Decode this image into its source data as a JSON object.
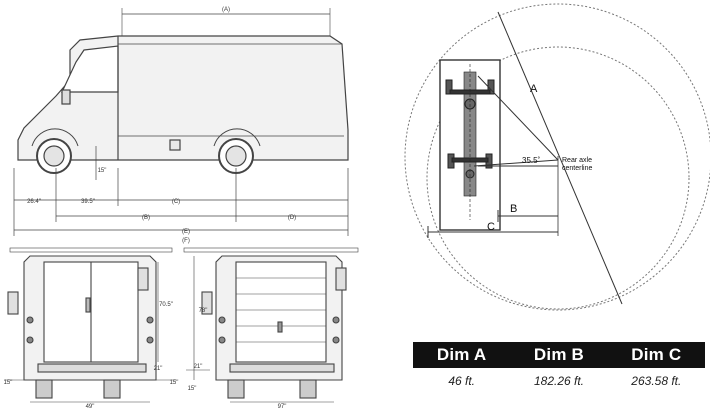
{
  "turning_diagram": {
    "label_a": "A",
    "label_b": "B",
    "label_c": "C",
    "angle": "35.5˚",
    "rear_axle_line1": "Rear axle",
    "rear_axle_line2": "centerline"
  },
  "van_drawings": {
    "side_view": {
      "dims": [
        "(A)",
        "(C)",
        "(B)",
        "(D)",
        "(E)",
        "(F)"
      ],
      "left_dims": [
        "26.4\"",
        "39.5\""
      ],
      "mid_dim": "15\""
    },
    "rear_view": {
      "side_dim": "70.5\"",
      "low_dim": "21\"",
      "bottom_dims": [
        "15\"",
        "49\"",
        "15\""
      ]
    },
    "side_door_view": {
      "height_dim": "78\"",
      "low_dim": "21\"",
      "bottom_dims": [
        "15\"",
        "97\""
      ]
    }
  },
  "dimension_table": {
    "headers": [
      "Dim A",
      "Dim B",
      "Dim C"
    ],
    "values": [
      "46 ft.",
      "182.26 ft.",
      "263.58 ft."
    ]
  }
}
